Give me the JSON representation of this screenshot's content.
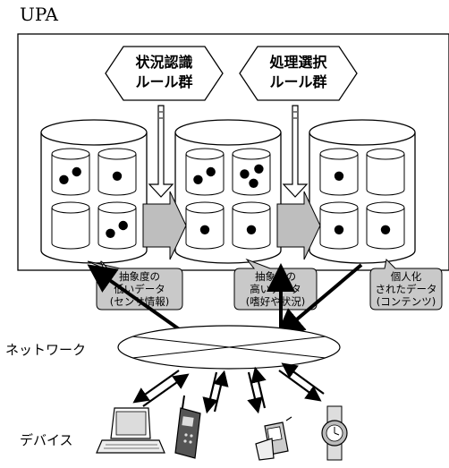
{
  "upa_label": "UPA",
  "rule_groups": [
    {
      "line1": "状況認識",
      "line2": "ルール群"
    },
    {
      "line1": "処理選択",
      "line2": "ルール群"
    }
  ],
  "callouts": [
    {
      "line1": "抽象度の",
      "line2": "低いデータ",
      "line3": "(センサ情報)"
    },
    {
      "line1": "抽象度の",
      "line2": "高いデータ",
      "line3": "(嗜好や状況)"
    },
    {
      "line1": "個人化",
      "line2": "されたデータ",
      "line3": "(コンテンツ)"
    }
  ],
  "network_label": "ネットワーク",
  "devices_label": "デバイス",
  "device_icons": [
    "laptop-icon",
    "mobile-phone-icon",
    "pda-icon",
    "wristwatch-icon"
  ],
  "cell_dots": [
    [
      2,
      1,
      0,
      2
    ],
    [
      2,
      3,
      1,
      1
    ],
    [
      1,
      0,
      1,
      1
    ]
  ],
  "colors": {
    "callout_fill": "#c9c9c9",
    "arrow_fill": "#bebebe",
    "line": "#000000"
  }
}
